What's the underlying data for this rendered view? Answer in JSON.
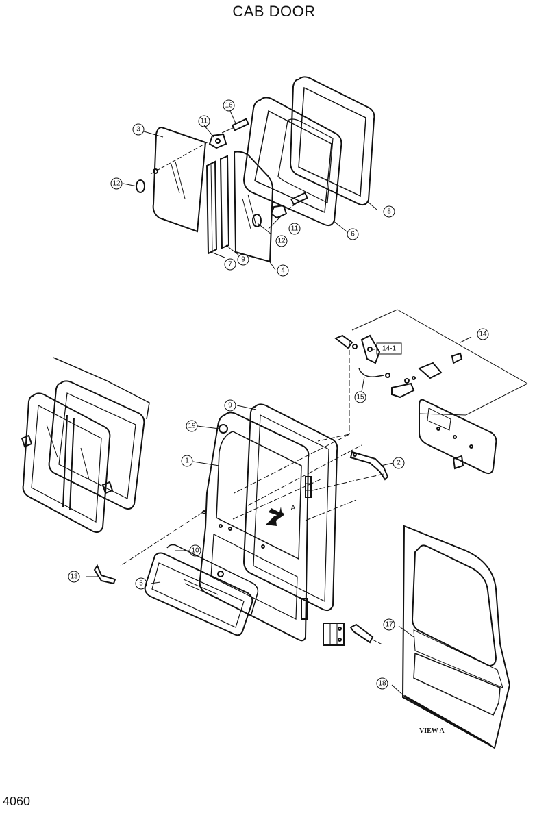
{
  "title": "CAB DOOR",
  "page_number": "4060",
  "view_label": "VIEW A",
  "arrow_label": "A",
  "callouts": {
    "c3": "3",
    "c11a": "11",
    "c16": "16",
    "c12a": "12",
    "c8": "8",
    "c6": "6",
    "c11b": "11",
    "c12b": "12",
    "c7": "7",
    "c9a": "9",
    "c4": "4",
    "c14": "14",
    "c14_1": "14-1",
    "c15": "15",
    "c9b": "9",
    "c19": "19",
    "c1": "1",
    "c2": "2",
    "c10": "10",
    "c13": "13",
    "c5": "5",
    "c17": "17",
    "c18": "18"
  }
}
